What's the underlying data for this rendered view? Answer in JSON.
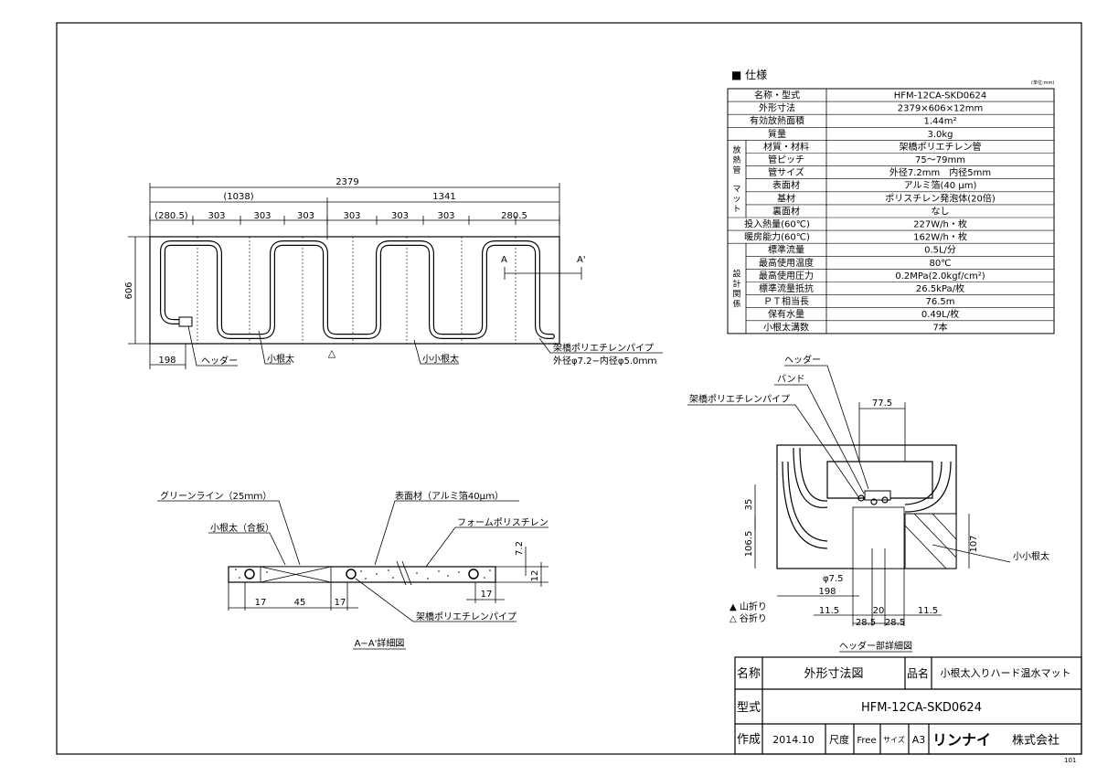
{
  "spec": {
    "title": "■ 仕様",
    "unit": "(単位:mm)",
    "rows": [
      {
        "label": "名称・型式",
        "value": "HFM-12CA-SKD0624"
      },
      {
        "label": "外形寸法",
        "value": "2379×606×12mm"
      },
      {
        "label": "有効放熱面積",
        "value": "1.44m²"
      },
      {
        "label": "質量",
        "value": "3.0kg"
      },
      {
        "label": "材質・材料",
        "value": "架橋ポリエチレン管"
      },
      {
        "label": "管ピッチ",
        "value": "75〜79mm"
      },
      {
        "label": "管サイズ",
        "value": "外径7.2mm　内径5mm"
      },
      {
        "label": "表面材",
        "value": "アルミ箔(40 μm)"
      },
      {
        "label": "基材",
        "value": "ポリスチレン発泡体(20倍)"
      },
      {
        "label": "裏面材",
        "value": "なし"
      },
      {
        "label": "投入熱量(60℃)",
        "value": "227W/h・枚"
      },
      {
        "label": "暖房能力(60℃)",
        "value": "162W/h・枚"
      },
      {
        "label": "標準流量",
        "value": "0.5L/分"
      },
      {
        "label": "最高使用温度",
        "value": "80℃"
      },
      {
        "label": "最高使用圧力",
        "value": "0.2MPa(2.0kgf/cm²)"
      },
      {
        "label": "標準流量抵抗",
        "value": "26.5kPa/枚"
      },
      {
        "label": "ＰＴ相当長",
        "value": "76.5m"
      },
      {
        "label": "保有水量",
        "value": "0.49L/枚"
      },
      {
        "label": "小根太溝数",
        "value": "7本"
      }
    ],
    "groups": {
      "radiator_pipe": "放熱管",
      "mat": "マット",
      "design": "設計関係"
    }
  },
  "plan": {
    "overall": "2379",
    "left_span": "(1038)",
    "right_span": "1341",
    "pitches": [
      "(280.5)",
      "303",
      "303",
      "303",
      "303",
      "303",
      "303",
      "280.5"
    ],
    "height": "606",
    "header_offset": "198",
    "label_header": "ヘッダー",
    "label_joist": "小根太",
    "label_small_joist": "小小根太",
    "label_pipe": "架橋ポリエチレンパイプ",
    "label_pipe_size": "外径φ7.2−内径φ5.0ｍｍ",
    "section_a": "A",
    "section_a2": "A'",
    "valley_mark": "△"
  },
  "section": {
    "caption": "A−A'詳細図",
    "label_green": "グリーンライン（25ｍｍ）",
    "label_surface": "表面材（アルミ箔40μｍ）",
    "label_foam": "フォームポリスチレン",
    "label_joist": "小根太（合板）",
    "label_pipe": "架橋ポリエチレンパイプ",
    "dims": [
      "17",
      "45",
      "17",
      "17",
      "7.2",
      "12"
    ]
  },
  "header_detail": {
    "caption": "ヘッダー部詳細図",
    "label_header": "ヘッダー",
    "label_band": "バンド",
    "label_pipe": "架橋ポリエチレンパイプ",
    "label_small_joist": "小小根太",
    "dims": [
      "77.5",
      "35",
      "106.5",
      "107",
      "φ7.5",
      "198",
      "11.5",
      "20",
      "11.5",
      "28.5",
      "28.5"
    ],
    "legend_mountain": "▲ 山折り",
    "legend_valley": "△ 谷折り"
  },
  "title_block": {
    "name_label": "名称",
    "name_value": "外形寸法図",
    "product_label": "品名",
    "product_value": "小根太入りハード温水マット",
    "model_label": "型式",
    "model_value": "HFM-12CA-SKD0624",
    "made_label": "作成",
    "made_value": "2014.10",
    "scale_label": "尺度",
    "scale_value": "Free",
    "size_label": "サイズ",
    "size_value": "A3",
    "company_brand": "リンナイ",
    "company_suffix": "株式会社",
    "sheet_no": "101"
  }
}
